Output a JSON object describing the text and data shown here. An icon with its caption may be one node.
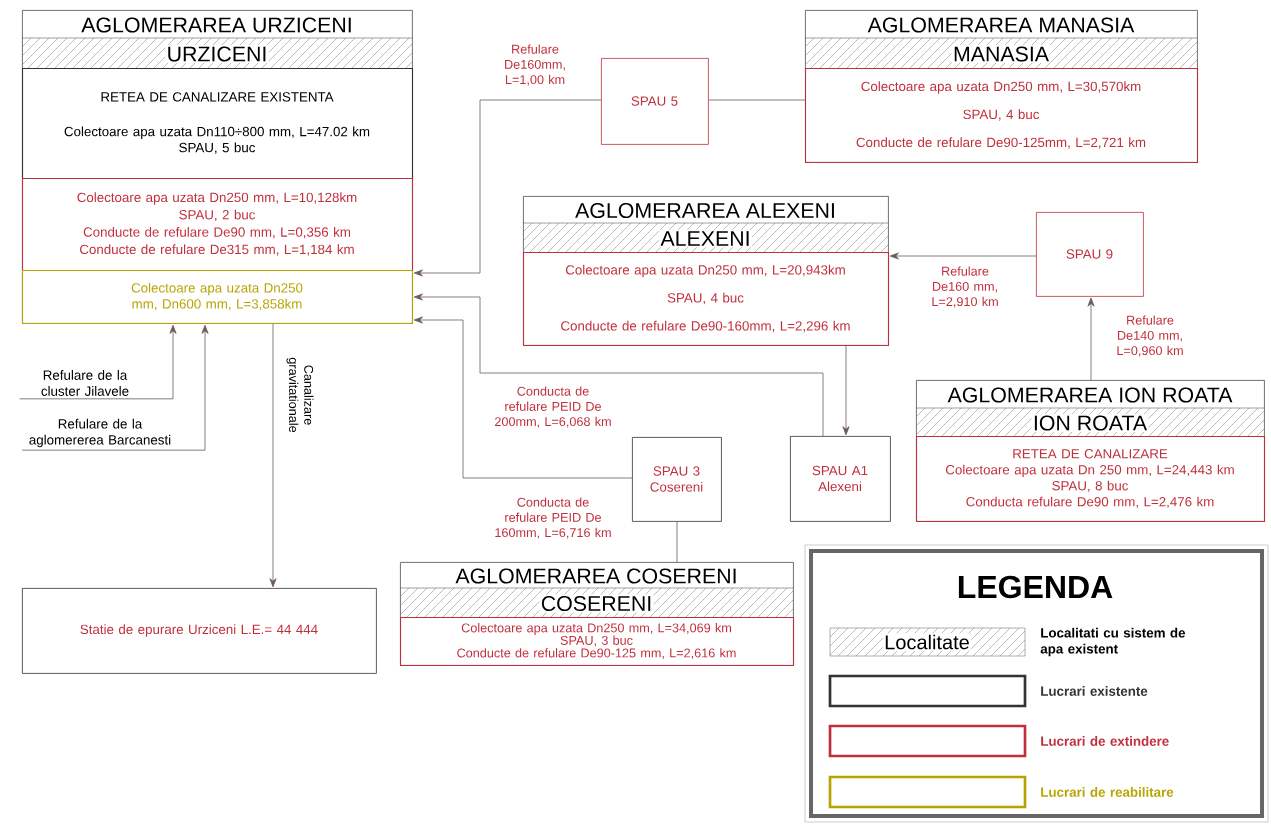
{
  "diagram": {
    "nodes": [
      {
        "text": [
          "AGLOMERAREA URZICENI",
          "URZICENI"
        ]
      },
      {
        "text": [
          "RETEA DE CANALIZARE EXISTENTA",
          "Colectoare apa uzata Dn110÷800 mm, L=47.02 km",
          "SPAU, 5 buc"
        ],
        "in": 0
      },
      {
        "text": [
          "Colectoare apa uzata Dn250 mm, L=10,128km",
          "SPAU, 2 buc",
          "Conducte de refulare De90 mm, L=0,356 km",
          "Conducte de refulare De315 mm, L=1,184 km"
        ],
        "in": 0
      },
      {
        "text": [
          "Colectoare apa uzata Dn250 mm, Dn600 mm, L=3,858km"
        ],
        "in": 0
      },
      {
        "text": [
          "SPAU 5"
        ]
      },
      {
        "text": [
          "AGLOMERAREA MANASIA",
          "MANASIA"
        ]
      },
      {
        "text": [
          "Colectoare apa uzata Dn250 mm, L=30,570km",
          "SPAU, 4 buc",
          "Conducte de refulare De90-125mm, L=2,721 km"
        ],
        "in": 5
      },
      {
        "text": [
          "AGLOMERAREA ALEXENI",
          "ALEXENI"
        ]
      },
      {
        "text": [
          "Colectoare apa uzata Dn250 mm, L=20,943km",
          "SPAU, 4 buc",
          "Conducte de refulare De90-160mm, L=2,296 km"
        ],
        "in": 7
      },
      {
        "text": [
          "SPAU 9"
        ]
      },
      {
        "text": [
          "AGLOMERAREA ION ROATA",
          "ION ROATA"
        ]
      },
      {
        "text": [
          "RETEA DE CANALIZARE",
          "Colectoare apa uzata Dn 250 mm, L=24,443 km",
          "SPAU, 8 buc",
          "Conducta refulare De90 mm, L=2,476 km"
        ],
        "in": 10
      },
      {
        "text": [
          "SPAU A1 Alexeni"
        ]
      },
      {
        "text": [
          "SPAU 3 Cosereni"
        ]
      },
      {
        "text": [
          "AGLOMERAREA COSERENI",
          "COSERENI"
        ]
      },
      {
        "text": [
          "Colectoare apa uzata Dn250 mm, L=34,069 km",
          "SPAU, 3 buc",
          "Conducte de refulare De90-125 mm, L=2,616 km"
        ],
        "in": 14
      },
      {
        "text": [
          "Statie de epurare Urziceni L.E.= 44 444"
        ]
      },
      {
        "text": [
          "Refulare de la cluster Jilavele"
        ]
      },
      {
        "text": [
          "Refulare de la aglomererea Barcanesti"
        ]
      }
    ],
    "edges": [
      {
        "from": 6,
        "to": 4,
        "arrow": "none"
      },
      {
        "from": 4,
        "to": 3,
        "arrow": "to",
        "label": "Refulare De160mm, L=1,00 km"
      },
      {
        "from": 9,
        "to": 8,
        "arrow": "to",
        "label": "Refulare De160 mm, L=2,910 km"
      },
      {
        "from": 10,
        "to": 9,
        "arrow": "to",
        "label": "Refulare De140 mm, L=0,960 km"
      },
      {
        "from": 8,
        "to": 12,
        "arrow": "to"
      },
      {
        "from": 12,
        "to": 3,
        "arrow": "to",
        "label": "Conducta de refulare PEID De 200mm, L=6,068 km"
      },
      {
        "from": 13,
        "to": 3,
        "arrow": "to",
        "label": "Conducta de refulare PEID De 160mm, L=6,716 km"
      },
      {
        "from": 14,
        "to": 13,
        "arrow": "none"
      },
      {
        "from": 3,
        "to": 16,
        "arrow": "to",
        "label": "Canalizare gravitationale"
      },
      {
        "from": 17,
        "to": 3,
        "arrow": "to"
      },
      {
        "from": 18,
        "to": 3,
        "arrow": "to"
      }
    ],
    "labels": [
      "LEGENDA",
      "Localitate"
    ],
    "legend": [
      {
        "text": "Localitati cu sistem de apa existent"
      },
      {
        "text": "Lucrari existente",
        "color": "#333333"
      },
      {
        "text": "Lucrari de extindere",
        "color": "#c0303c"
      },
      {
        "text": "Lucrari de reabilitare",
        "color": "#b8a400"
      }
    ]
  }
}
